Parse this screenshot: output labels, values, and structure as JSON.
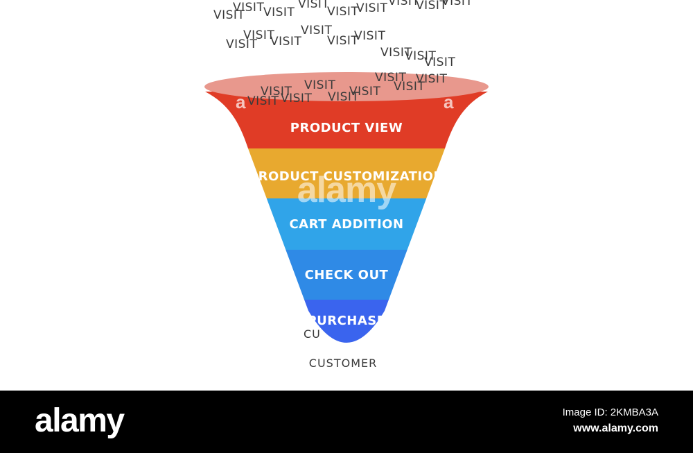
{
  "diagram": {
    "falling_word": "VISIT",
    "visit_count": 26,
    "stages": [
      {
        "label": "PRODUCT VIEW",
        "color": "#e03c26"
      },
      {
        "label": "PRODUCT CUSTOMIZATION",
        "color": "#e8a92f"
      },
      {
        "label": "CART ADDITION",
        "color": "#30a4e9"
      },
      {
        "label": "CHECK OUT",
        "color": "#2f8ae6"
      },
      {
        "label": "PURCHASE",
        "color": "#3a64ee"
      }
    ],
    "rim_color": "#e8988d",
    "output_label": "CUSTOMER",
    "output_partial": "CU"
  },
  "watermark": {
    "text": "alamy",
    "rim_mark": "a"
  },
  "footer": {
    "logo": "alamy",
    "image_id": "Image ID: 2KMBA3A",
    "url": "www.alamy.com"
  }
}
